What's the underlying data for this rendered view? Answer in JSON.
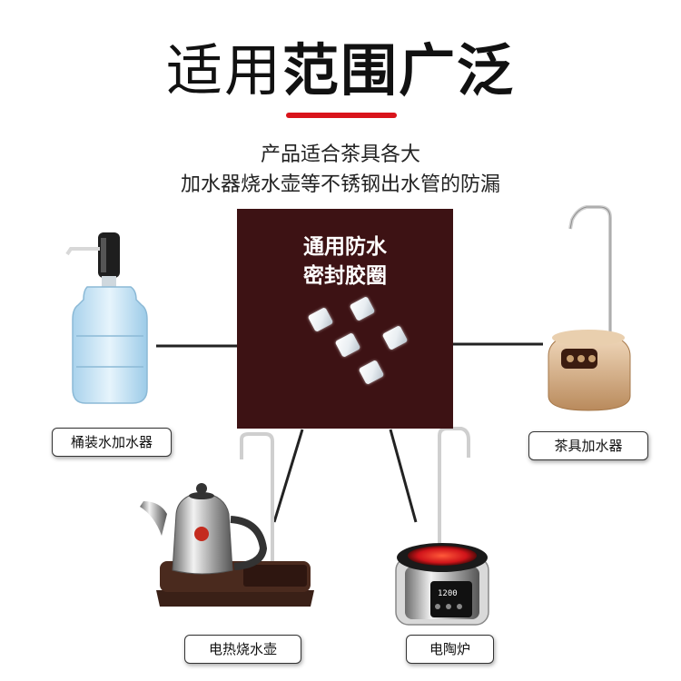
{
  "heading": {
    "light": "适用",
    "bold": "范围广泛"
  },
  "subtitle": {
    "line1": "产品适合茶具各大",
    "line2": "加水器烧水壶等不锈钢出水管的防漏"
  },
  "panel": {
    "line1": "通用防水",
    "line2": "密封胶圈"
  },
  "labels": {
    "barrel": "桶装水加水器",
    "tea": "茶具加水器",
    "kettle": "电热烧水壶",
    "stove": "电陶炉"
  },
  "stove_display": "1200",
  "colors": {
    "accent_red": "#d9141b",
    "panel_bg": "#3d1214"
  },
  "icons": [
    "water-barrel-pump-icon",
    "tea-water-dispenser-icon",
    "electric-kettle-icon",
    "ceramic-stove-icon",
    "seal-ring-icon"
  ]
}
